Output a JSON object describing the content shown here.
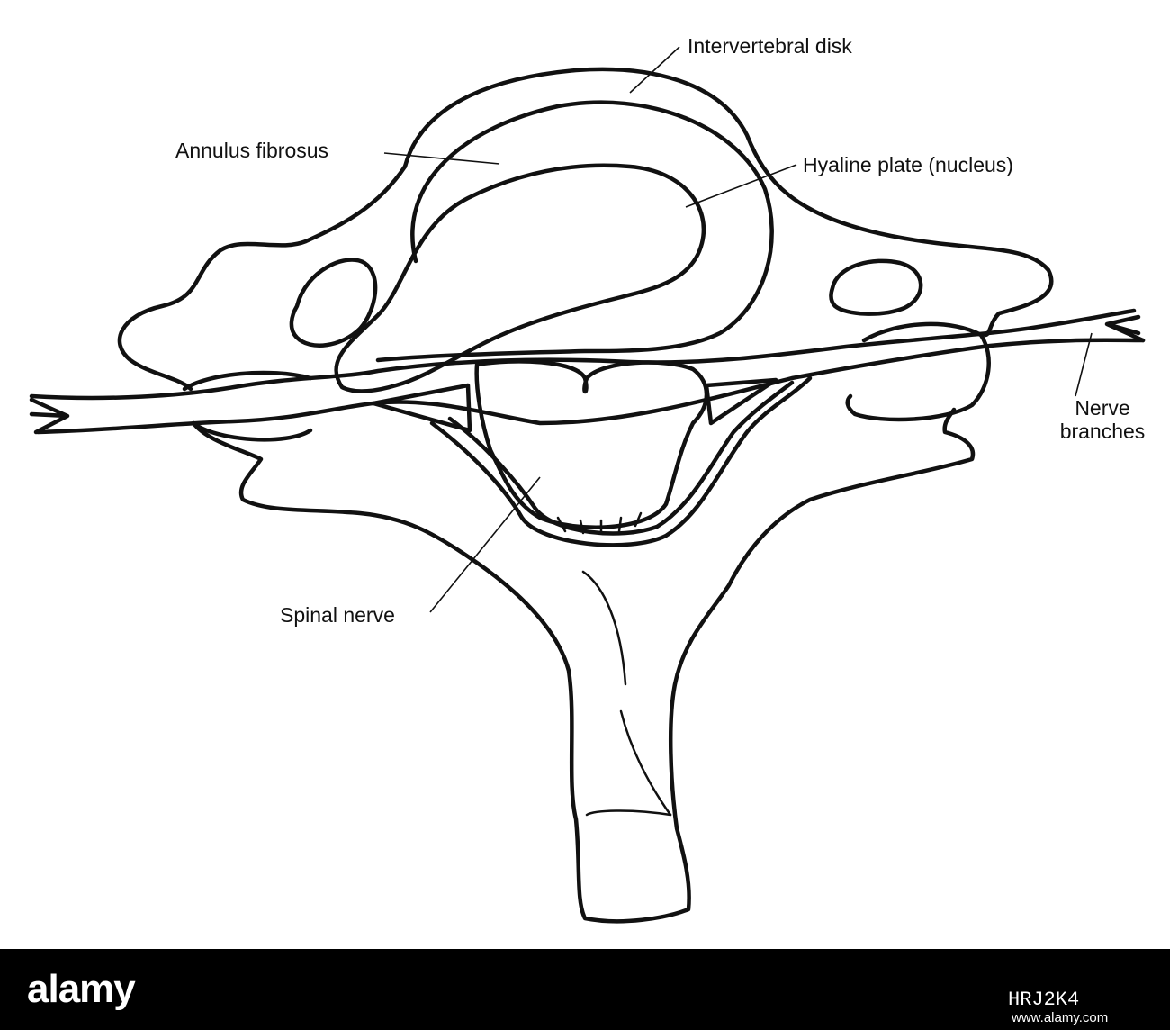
{
  "diagram": {
    "labels": {
      "intervertebral_disk": "Intervertebral disk",
      "annulus_fibrosus": "Annulus fibrosus",
      "hyaline_plate": "Hyaline plate (nucleus)",
      "nerve_branches_line1": "Nerve",
      "nerve_branches_line2": "branches",
      "spinal_nerve": "Spinal nerve"
    }
  },
  "watermark": {
    "brand": "alamy",
    "image_id": "HRJ2K4",
    "url": "www.alamy.com",
    "colors": {
      "background": "#000000",
      "text": "#ffffff"
    }
  },
  "colors": {
    "ink": "#111111",
    "paper": "#ffffff"
  }
}
